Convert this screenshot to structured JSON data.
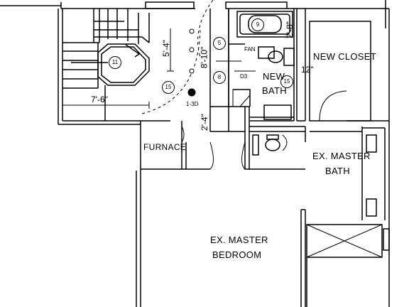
{
  "rooms": {
    "new_closet": "NEW CLOSET",
    "new_bath_1": "NEW",
    "new_bath_2": "BATH",
    "furnace": "FURNACE",
    "ex_master_bath_1": "EX. MASTER",
    "ex_master_bath_2": "BATH",
    "ex_master_bedroom_1": "EX. MASTER",
    "ex_master_bedroom_2": "BEDROOM"
  },
  "dimensions": {
    "d_5_4": "5'-4\"",
    "d_7_6": "7'-6\"",
    "d_8_10": "8'-10\"",
    "d_2_8": "2'-8\"",
    "d_12": "12\"",
    "d_2_4": "2'-4\""
  },
  "tags": {
    "t11": "11",
    "t15a": "15",
    "t15b": "15",
    "t9": "9",
    "t5": "5",
    "t8": "8",
    "fan": "FAN",
    "d3": "D3",
    "fixture": "1-3D"
  }
}
